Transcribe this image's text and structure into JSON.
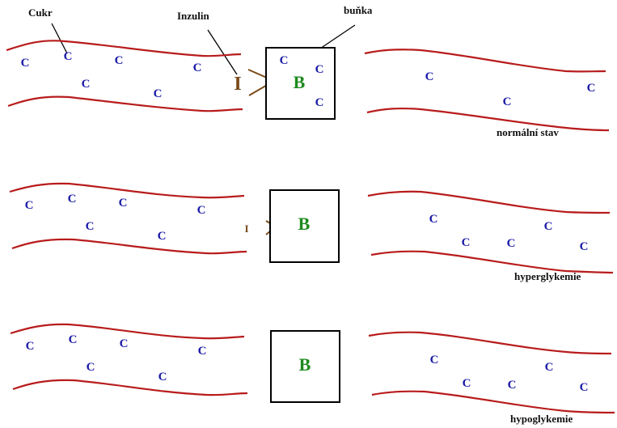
{
  "labels": {
    "sugar": "Cukr",
    "insulin": "Inzulin",
    "cell": "buňka"
  },
  "symbols": {
    "sugar": "C",
    "cell": "B",
    "insulin": "I"
  },
  "colors": {
    "vessel": "#b81c1c",
    "sugar": "#1a1aa8",
    "cell": "#1e8a1e",
    "insulin": "#7a4a1a"
  },
  "panels": [
    {
      "id": "normal",
      "caption": "normální stav",
      "left_vessel_sugar_count": 6,
      "cell_sugar_count": 3,
      "right_vessel_sugar_count": 3,
      "insulin_present": true,
      "insulin_size": "large"
    },
    {
      "id": "hyperglycemia",
      "caption": "hyperglykemie",
      "left_vessel_sugar_count": 6,
      "cell_sugar_count": 0,
      "right_vessel_sugar_count": 5,
      "insulin_present": true,
      "insulin_size": "small"
    },
    {
      "id": "hypoglycemia",
      "caption": "hypoglykemie",
      "left_vessel_sugar_count": 6,
      "cell_sugar_count": 0,
      "right_vessel_sugar_count": 5,
      "insulin_present": false,
      "insulin_size": "none"
    }
  ]
}
